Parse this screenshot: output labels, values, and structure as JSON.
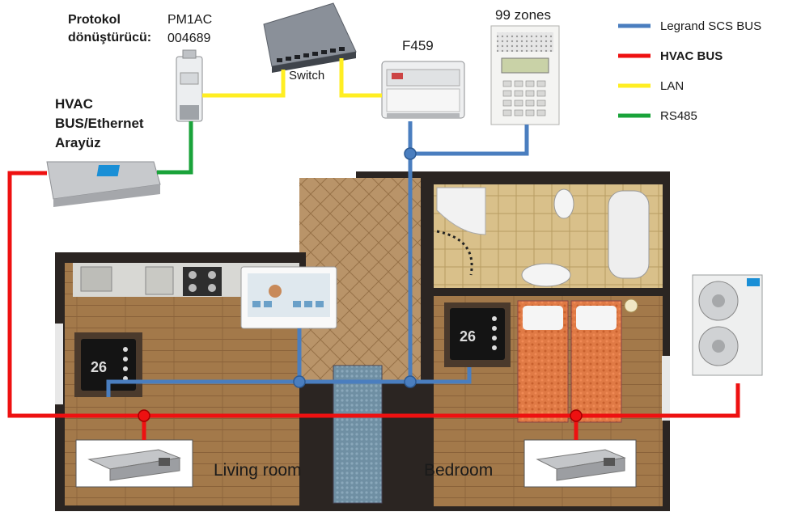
{
  "labels": {
    "protokol_line1": "Protokol",
    "protokol_line2": "dönüştürücü:",
    "pm1ac": "PM1AC",
    "pm1ac_code": "004689",
    "switch": "Switch",
    "f459": "F459",
    "zones": "99 zones",
    "hvac_iface_line1": "HVAC",
    "hvac_iface_line2": "BUS/Ethernet",
    "hvac_iface_line3": "Arayüz",
    "living_room": "Living room",
    "bedroom": "Bedroom"
  },
  "legend": [
    {
      "label": "Legrand SCS BUS",
      "color": "#4a7ebf",
      "bold": false
    },
    {
      "label": "HVAC BUS",
      "color": "#ee1111",
      "bold": true
    },
    {
      "label": "LAN",
      "color": "#ffee22",
      "bold": false
    },
    {
      "label": "RS485",
      "color": "#1aa33a",
      "bold": false
    }
  ],
  "colors": {
    "scs_bus": "#4a7ebf",
    "hvac_bus": "#ee1111",
    "lan": "#ffee22",
    "rs485": "#1aa33a",
    "wall": "#2b2522",
    "floor_wood": "#a07a4e",
    "floor_tile": "#d9c08a"
  }
}
